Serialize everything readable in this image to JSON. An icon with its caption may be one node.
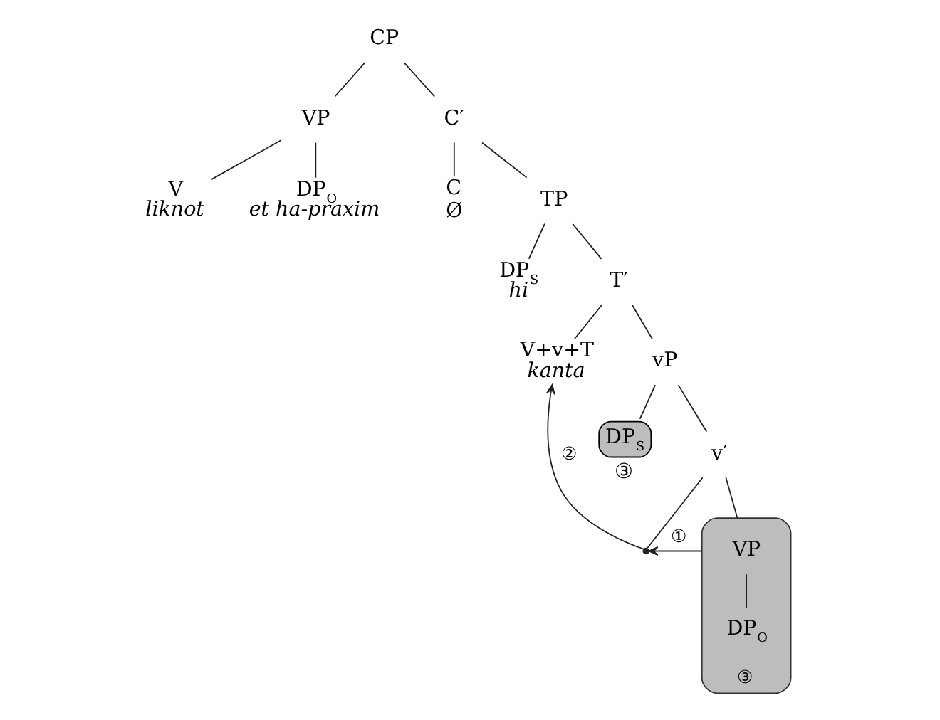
{
  "diagram": {
    "nodes": [
      {
        "text": [
          "CP"
        ]
      },
      {
        "text": [
          "VP"
        ]
      },
      {
        "text": [
          "C′"
        ]
      },
      {
        "text": [
          "V",
          "liknot"
        ]
      },
      {
        "text": [
          "DP$_{O}$",
          "et ha-praxim"
        ]
      },
      {
        "text": [
          "C",
          "Ø"
        ]
      },
      {
        "text": [
          "TP"
        ]
      },
      {
        "text": [
          "DP$_{S}$",
          "hi"
        ]
      },
      {
        "text": [
          "T′"
        ]
      },
      {
        "text": [
          "V+v+T",
          "kanta"
        ]
      },
      {
        "text": [
          "vP"
        ]
      },
      {
        "text": [
          "DP$_{S}$"
        ],
        "beside": [
          "③"
        ]
      },
      {
        "text": [
          "v′"
        ]
      },
      {
        "text": [],
        "shape": "point"
      },
      {
        "text": [],
        "shape": "box",
        "beside": [
          "③"
        ]
      },
      {
        "text": [
          "VP"
        ],
        "in": 14
      },
      {
        "text": [
          "DP$_{O}$"
        ],
        "in": 14
      }
    ],
    "edges": [
      {
        "from": 0,
        "to": 1,
        "arrow": "none"
      },
      {
        "from": 0,
        "to": 2,
        "arrow": "none"
      },
      {
        "from": 1,
        "to": 3,
        "arrow": "none"
      },
      {
        "from": 1,
        "to": 4,
        "arrow": "none"
      },
      {
        "from": 2,
        "to": 5,
        "arrow": "none"
      },
      {
        "from": 2,
        "to": 6,
        "arrow": "none"
      },
      {
        "from": 6,
        "to": 7,
        "arrow": "none"
      },
      {
        "from": 6,
        "to": 8,
        "arrow": "none"
      },
      {
        "from": 8,
        "to": 9,
        "arrow": "none"
      },
      {
        "from": 8,
        "to": 10,
        "arrow": "none"
      },
      {
        "from": 10,
        "to": 11,
        "arrow": "none"
      },
      {
        "from": 10,
        "to": 12,
        "arrow": "none"
      },
      {
        "from": 12,
        "to": 13,
        "arrow": "none"
      },
      {
        "from": 12,
        "to": 14,
        "arrow": "none"
      },
      {
        "from": 15,
        "to": 16,
        "arrow": "none"
      },
      {
        "from": 14,
        "to": 13,
        "arrow": "to",
        "label": "①"
      },
      {
        "from": 13,
        "to": 9,
        "arrow": "to",
        "label": "②"
      }
    ]
  }
}
